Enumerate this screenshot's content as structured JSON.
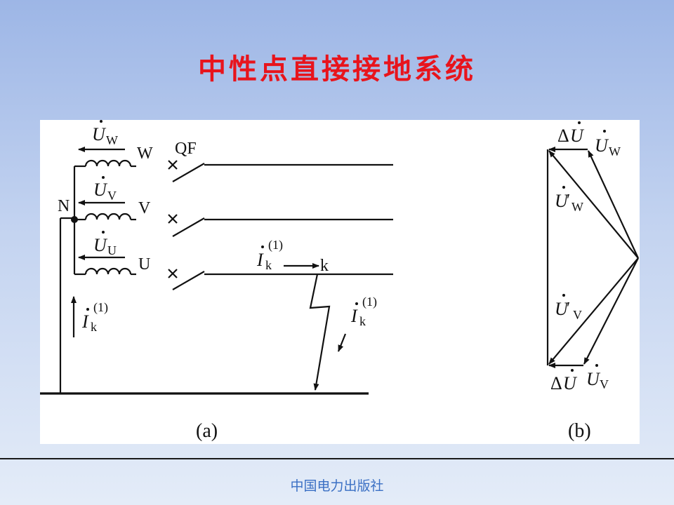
{
  "slide": {
    "title": "中性点直接接地系统",
    "publisher": "中国电力出版社"
  },
  "diagram": {
    "caption_a": "(a)",
    "caption_b": "(b)",
    "labels": {
      "phase_w": "W",
      "phase_v": "V",
      "phase_u": "U",
      "neutral": "N",
      "breaker": "QF",
      "fault_point": "k",
      "voltage_symbol": "U",
      "current_symbol": "I",
      "sub_w": "W",
      "sub_v": "V",
      "sub_u": "U",
      "sub_k": "k",
      "superscript": "(1)",
      "prime": "′",
      "delta": "Δ"
    }
  }
}
